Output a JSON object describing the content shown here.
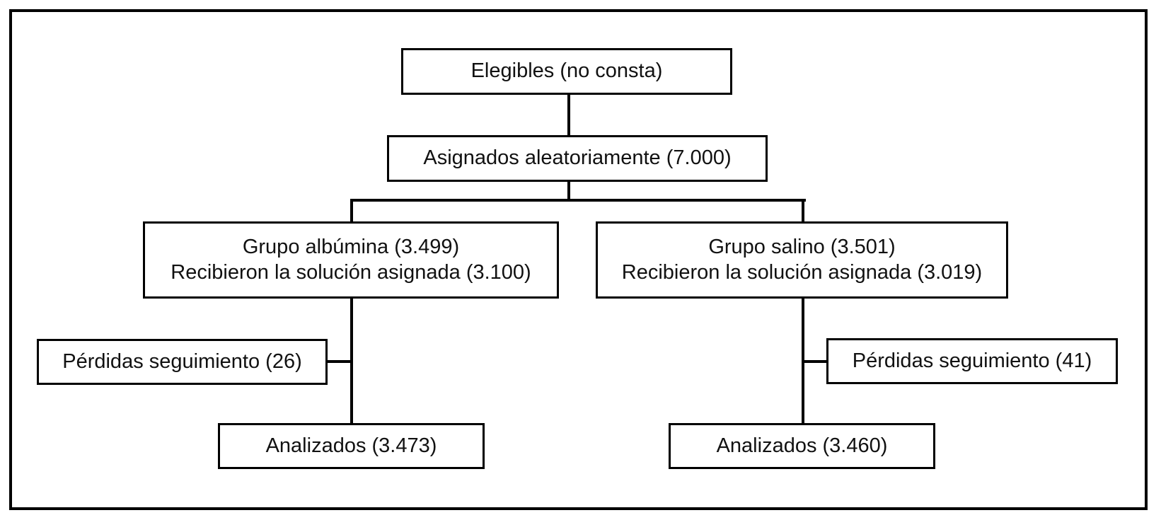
{
  "diagram": {
    "kind": "trial-flow-diagram",
    "colors": {
      "background": "#ffffff",
      "border": "#000000",
      "line": "#000000",
      "text": "#111111"
    },
    "nodes": {
      "elegibles": {
        "label": "Elegibles (no consta)"
      },
      "asignados": {
        "label": "Asignados aleatoriamente (7.000)"
      },
      "grupo_albumina": {
        "line1": "Grupo albúmina (3.499)",
        "line2": "Recibieron la solución asignada (3.100)"
      },
      "grupo_salino": {
        "line1": "Grupo salino (3.501)",
        "line2": "Recibieron la solución asignada (3.019)"
      },
      "perdidas_albumina": {
        "label": "Pérdidas seguimiento (26)"
      },
      "perdidas_salino": {
        "label": "Pérdidas seguimiento (41)"
      },
      "analizados_albumina": {
        "label": "Analizados (3.473)"
      },
      "analizados_salino": {
        "label": "Analizados (3.460)"
      }
    },
    "edges": [
      {
        "from": "elegibles",
        "to": "asignados"
      },
      {
        "from": "asignados",
        "to": "grupo_albumina"
      },
      {
        "from": "asignados",
        "to": "grupo_salino"
      },
      {
        "from": "grupo_albumina",
        "to": "perdidas_albumina"
      },
      {
        "from": "grupo_albumina",
        "to": "analizados_albumina"
      },
      {
        "from": "grupo_salino",
        "to": "perdidas_salino"
      },
      {
        "from": "grupo_salino",
        "to": "analizados_salino"
      }
    ]
  }
}
